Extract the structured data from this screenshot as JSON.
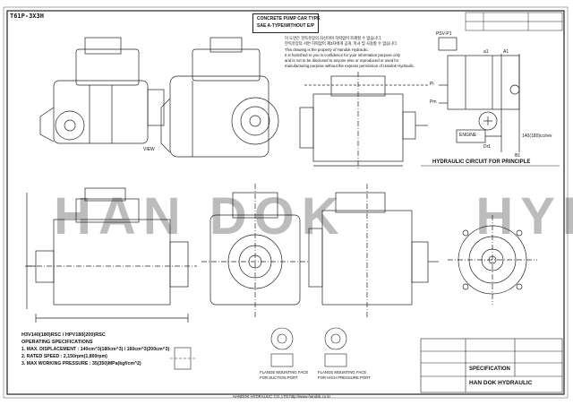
{
  "sheet": {
    "corner_code": "T61P-3X3H",
    "watermark_left": "HAN DOK",
    "watermark_right": "HYD",
    "view_label": "VIEW"
  },
  "title_block": {
    "line1": "CONCRETE PUMP CAR TYPE",
    "line2": "SAE A-TYPE/WITHOUT E/P"
  },
  "notice": {
    "korean_1": "이 도면은 한독유압의 자산이며 허락없이 복제할 수 없습니다.",
    "korean_2": "한독유압의 서면 허락없이 제3자에게 공개, 복사 및 사용할 수 없습니다.",
    "english_1": "This drawing is the property of Handok Hydraulic.",
    "english_2": "It is furnished to you in confidence for your information purpose only",
    "english_3": "and is not to be disclosed to anyone else or reproduced or used for",
    "english_4": "manufacturing purpose without the express permission of Handok Hydraulic."
  },
  "circuit": {
    "caption": "HYDRAULIC CIRCUIT FOR PRINCIPLE",
    "label_psv": "PSV-P1",
    "label_a1": "a1",
    "label_a1_upper": "A1",
    "label_pi": "Pi",
    "label_pm": "Pm",
    "label_engine": "ENGINE",
    "label_dr1": "Dr1",
    "label_b1": "B1",
    "label_speed": "140(180)cc/rev"
  },
  "specs": {
    "model": "H3V140(180)RSC / HPV180(200)RSC",
    "heading": "OPERATING SPECIFICATIONS",
    "item1": "1. MAX. DISPLACEMENT : 140cm^3(180cm^3) / 160cm^3(200cm^3)",
    "item2": "2. RATED SPEED : 2,150rpm(1,800rpm)",
    "item3": "3. MAX WORKING PRESSURE : 35(350)MPa(kgf/cm^2)"
  },
  "flange_notes": {
    "left_1": "FLANGE MOUNTING FACE",
    "left_2": "FOR SUCTION PORT",
    "right_1": "FLANGE MOUNTING FACE",
    "right_2": "FOR HIGH PRESSURE PORT"
  },
  "footer": {
    "company": "HAN DOK HYDRAULIC",
    "doc_type": "SPECIFICATION",
    "contact": "HANDOK HYDRAULIC CO.,LTD  http://www.handok.co.kr"
  }
}
